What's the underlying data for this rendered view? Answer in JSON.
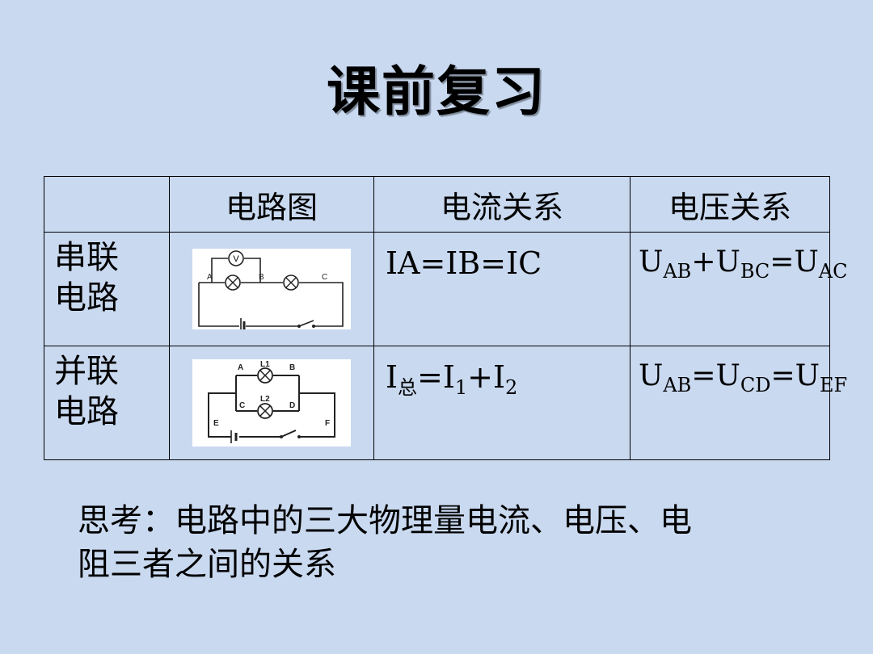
{
  "title": "课前复习",
  "table": {
    "headers": [
      "",
      "电路图",
      "电流关系",
      "电压关系"
    ],
    "rows": [
      {
        "label": "串联电路",
        "label_line1": "串联",
        "label_line2": "电路",
        "current": {
          "text": "IA=IB=IC"
        },
        "voltage": {
          "parts": [
            "U",
            "AB",
            "+U",
            "BC",
            "=U",
            "AC"
          ]
        },
        "diagram_labels": [
          "A",
          "B",
          "C",
          "V"
        ]
      },
      {
        "label": "并联电路",
        "label_line1": "并联",
        "label_line2": "电路",
        "current": {
          "parts": [
            "I",
            "总",
            "=I",
            "1",
            "+I",
            "2"
          ]
        },
        "voltage": {
          "parts": [
            "U",
            "AB",
            "=U",
            "CD",
            "=U",
            "EF"
          ]
        },
        "diagram_labels": [
          "A",
          "L1",
          "B",
          "L2",
          "C",
          "D",
          "E",
          "F"
        ]
      }
    ]
  },
  "think": {
    "line1": "思考：电路中的三大物理量电流、电压、电",
    "line2": "阻三者之间的关系"
  }
}
